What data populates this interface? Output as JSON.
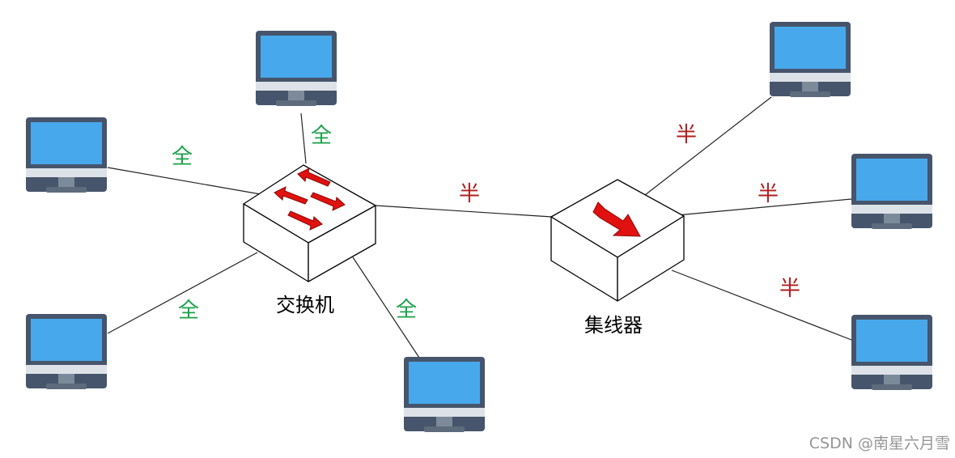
{
  "devices": {
    "switch": {
      "label": "交换机"
    },
    "hub": {
      "label": "集线器"
    }
  },
  "link_modes": {
    "full": "全",
    "half": "半"
  },
  "colors": {
    "full_mode": "#1aa24a",
    "half_mode": "#b01e1e",
    "arrow_fill": "#e0110f",
    "arrow_stroke": "#8a0a0a",
    "monitor_frame": "#46556b",
    "monitor_screen": "#48a8ec",
    "monitor_chin": "#dde2e8",
    "monitor_stand": "#7d8a9a",
    "monitor_base": "#5e6b7c"
  },
  "icons": {
    "computer": "monitor-icon",
    "switch": "switch-box-icon",
    "hub": "hub-box-icon"
  },
  "watermark": "CSDN @南星六月雪"
}
